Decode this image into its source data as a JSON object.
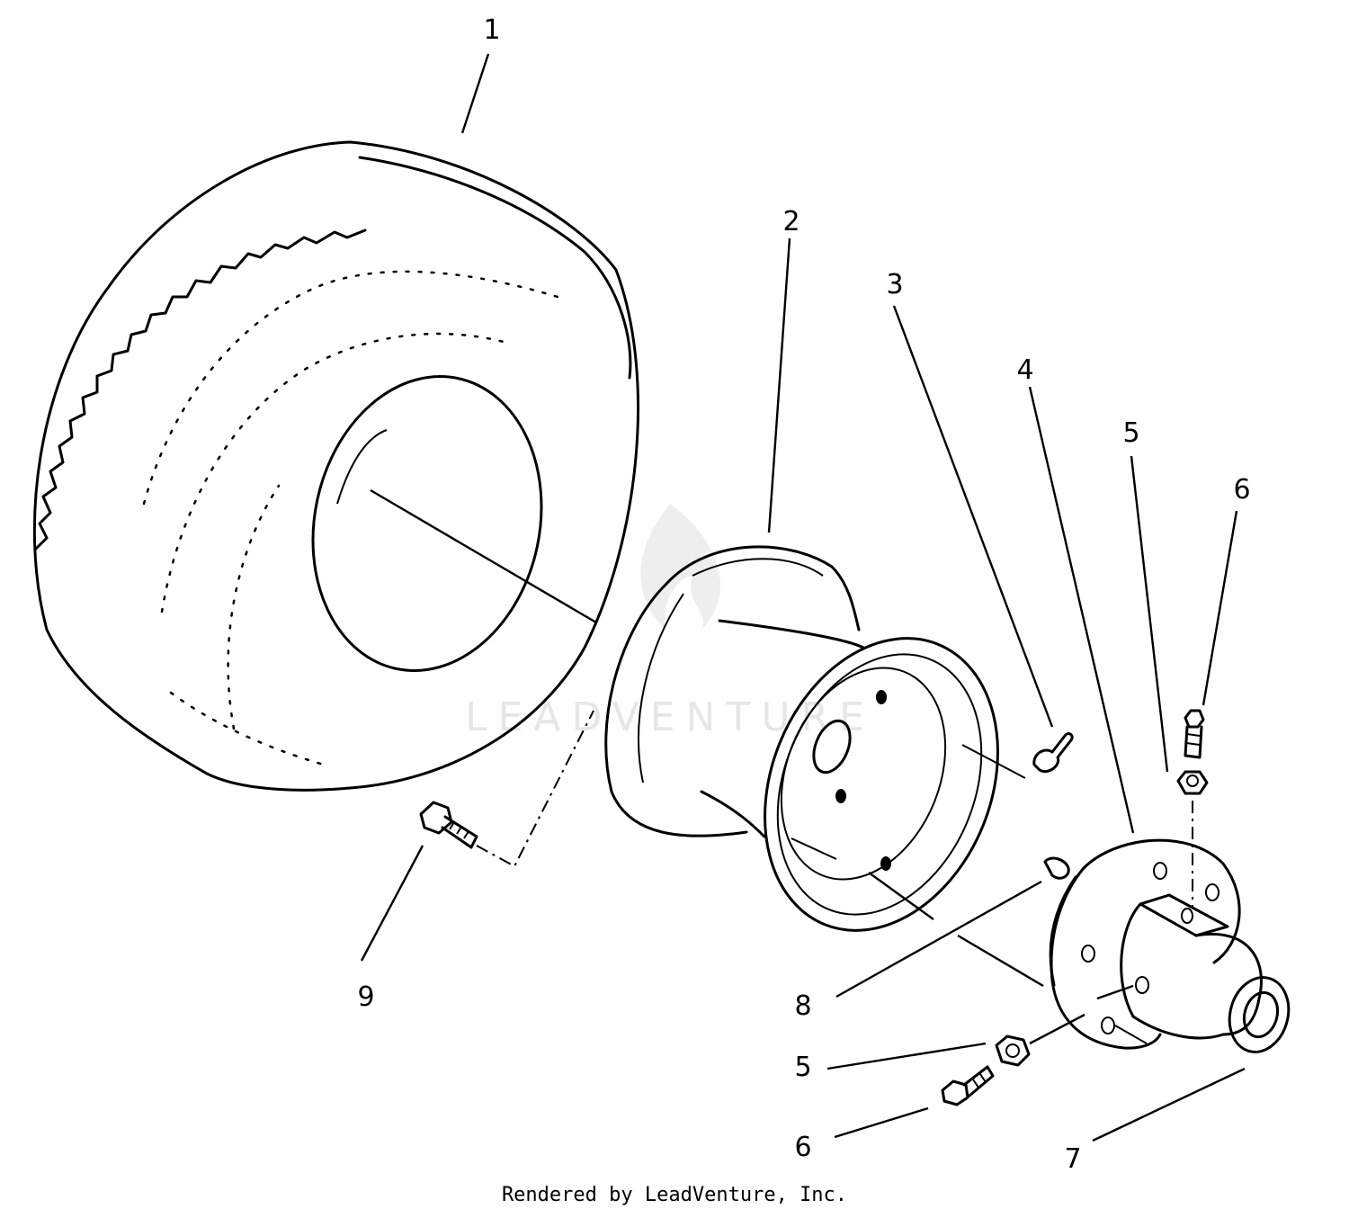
{
  "diagram": {
    "callouts": [
      "1",
      "2",
      "3",
      "4",
      "5",
      "6",
      "7",
      "8",
      "9",
      "5",
      "6"
    ]
  },
  "watermark": "LEADVENTURE",
  "footer": "Rendered by LeadVenture, Inc."
}
